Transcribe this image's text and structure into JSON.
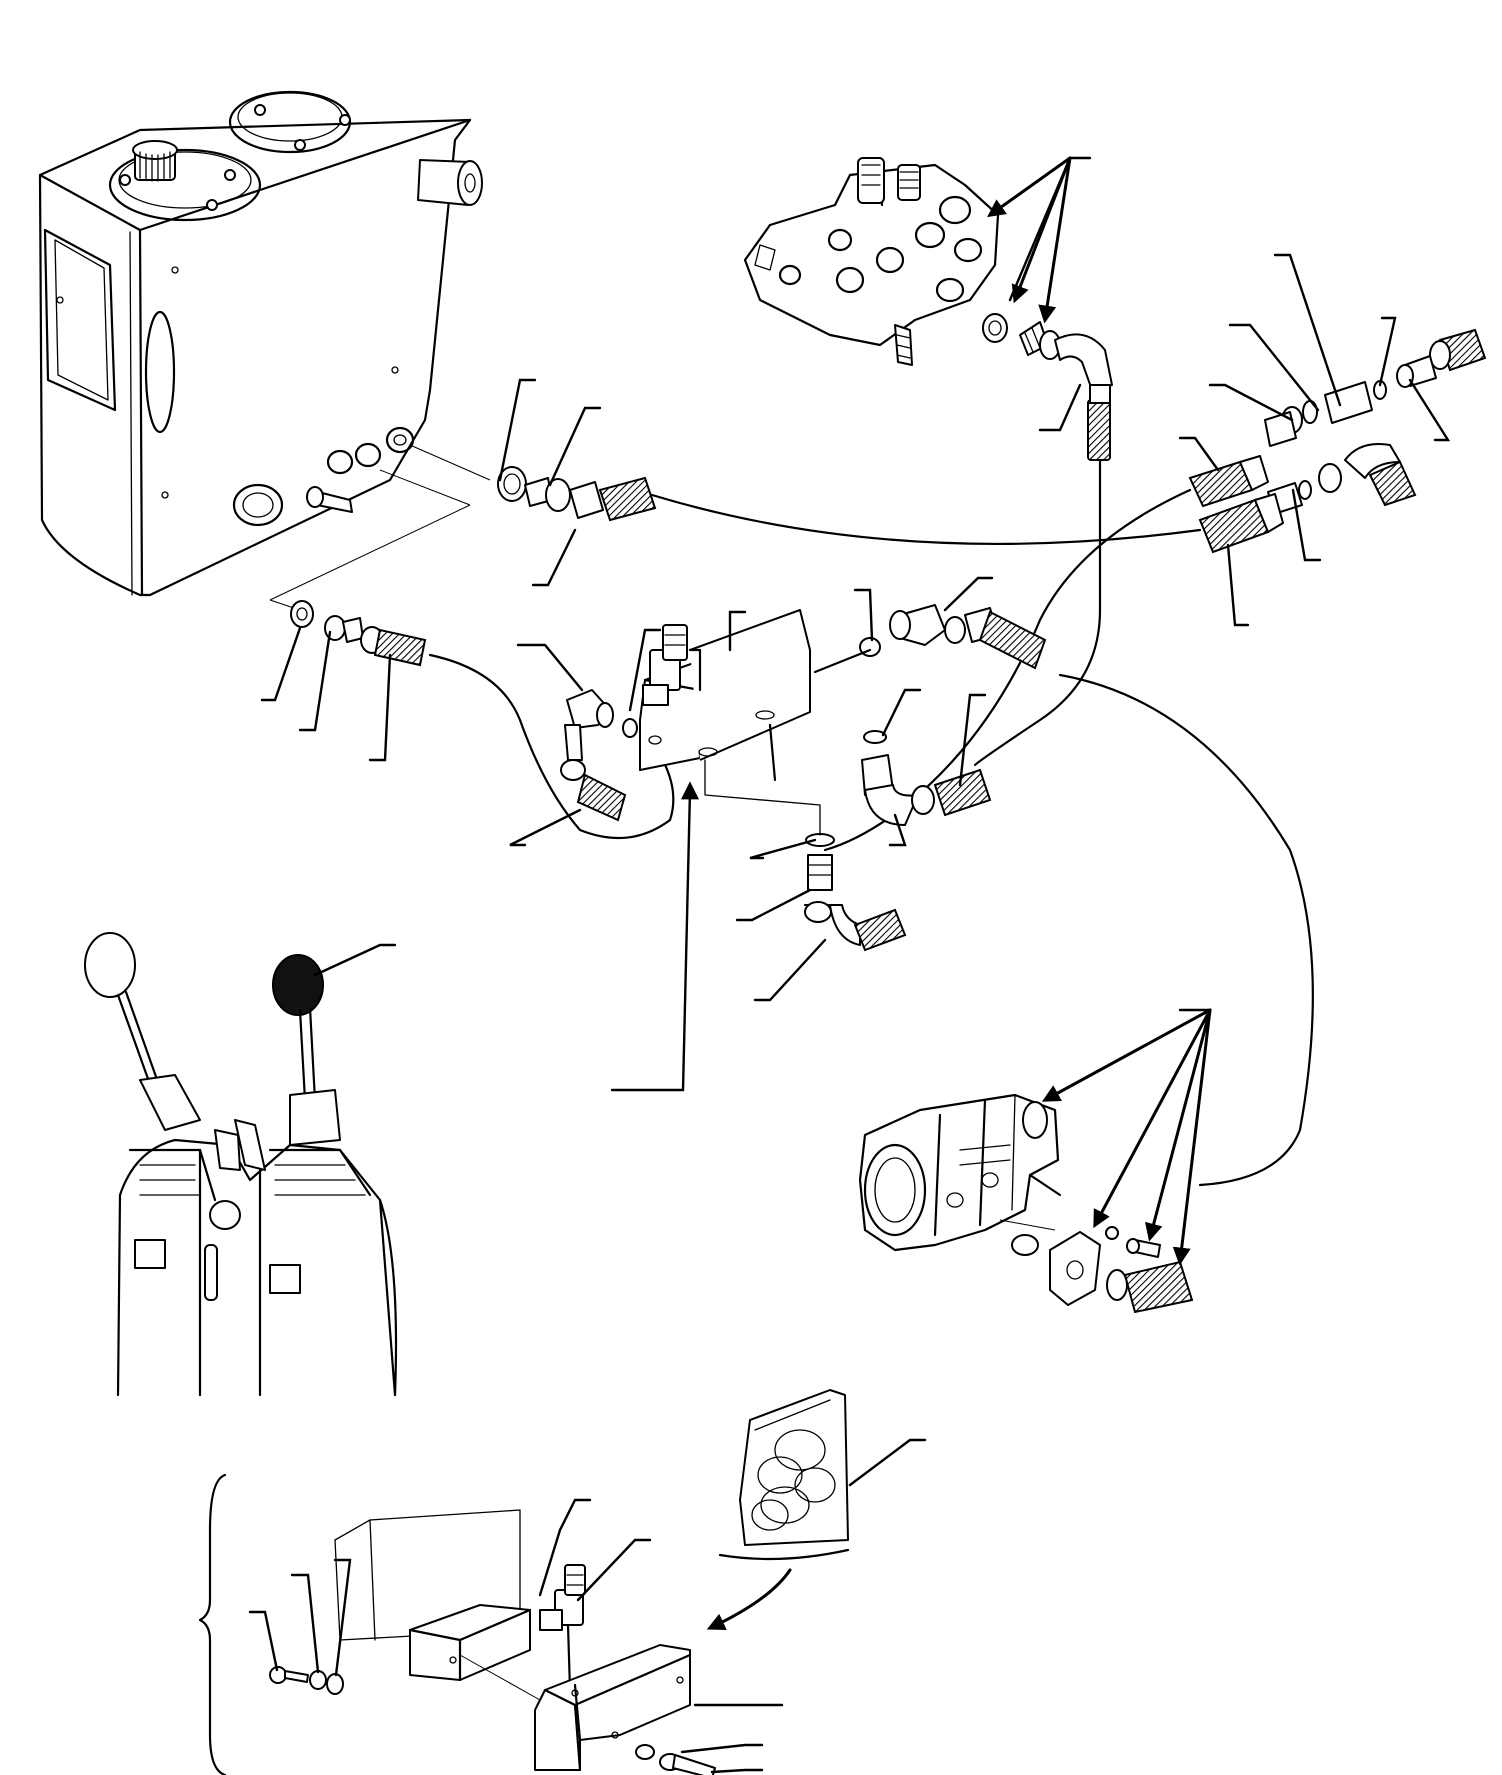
{
  "figure": {
    "type": "exploded hydraulic parts diagram",
    "callout_labels": []
  },
  "components": [
    {
      "name": "hydraulic-tank",
      "icon": "tank-icon"
    },
    {
      "name": "control-valve",
      "icon": "valve-block-icon"
    },
    {
      "name": "diverter-valve-block",
      "icon": "solenoid-valve-icon"
    },
    {
      "name": "hydraulic-pump",
      "icon": "pump-icon"
    },
    {
      "name": "joystick-controls",
      "icon": "joystick-icon"
    },
    {
      "name": "seal-kit-bag",
      "icon": "seal-kit-icon"
    },
    {
      "name": "valve-assembly-exploded",
      "icon": "assembly-icon"
    }
  ]
}
